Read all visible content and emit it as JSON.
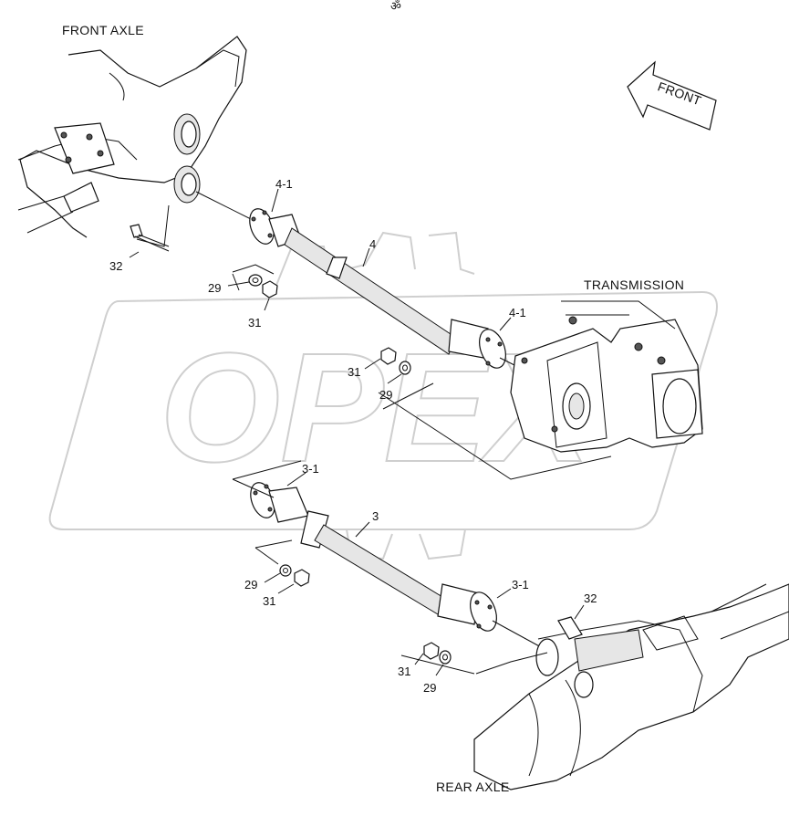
{
  "titles": {
    "front_axle": "FRONT AXLE",
    "rear_axle": "REAR AXLE",
    "transmission": "TRANSMISSION",
    "front_arrow": "FRONT",
    "tiny_mark": "ॐ"
  },
  "callouts": {
    "c4_1_top": "4-1",
    "c4": "4",
    "c4_1_right": "4-1",
    "c32_top": "32",
    "c29_top": "29",
    "c31_top": "31",
    "c31_mid": "31",
    "c29_mid": "29",
    "c3_1_top": "3-1",
    "c3": "3",
    "c3_1_right": "3-1",
    "c29_low": "29",
    "c31_low": "31",
    "c32_bottom": "32",
    "c31_bottom": "31",
    "c29_bottom": "29"
  },
  "watermark": "OPEX"
}
